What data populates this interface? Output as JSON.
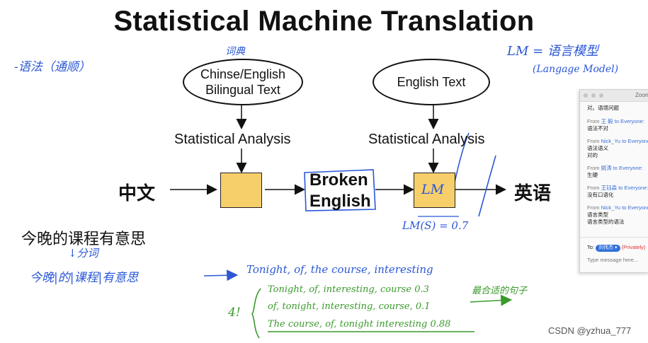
{
  "title": "Statistical Machine Translation",
  "left_pipeline": {
    "source_text": "Chinse/English\nBilingual Text",
    "analysis_label": "Statistical Analysis",
    "input_label": "中文"
  },
  "middle": {
    "broken_line1": "Broken",
    "broken_line2": "English"
  },
  "right_pipeline": {
    "source_text": "English Text",
    "analysis_label": "Statistical Analysis",
    "lm_label": "LM",
    "output_label": "英语"
  },
  "annotations": {
    "top_left": "-语法（通顺）",
    "above_ellipse": "词典",
    "lm_def_line1": "LM = 语言模型",
    "lm_def_line2": "(Langage Model)",
    "lm_score": "LM(S) = 0.7",
    "segmentation": "↓分词",
    "segmented": "今晚|的|课程|有意思",
    "translated": "Tonight, of, the course, interesting",
    "perm1": "Tonight, of, interesting, course  0.3",
    "perm2": "of, tonight, interesting, course, 0.1",
    "perm3": "The course, of, tonight interesting 0.88",
    "perm_count": "4!",
    "best": "最合适的句子"
  },
  "sentence": "今晚的课程有意思",
  "chat": {
    "window_title": "Zoom",
    "top_message": "对。语境问题",
    "messages": [
      {
        "from": "From",
        "name": "王 毅",
        "to": "to Everyone:",
        "lines": [
          "语法不对"
        ]
      },
      {
        "from": "From",
        "name": "Nick_Yu",
        "to": "to Everyone:",
        "lines": [
          "语法语义",
          "对的"
        ]
      },
      {
        "from": "From",
        "name": "姚涛",
        "to": "to Everyone:",
        "lines": [
          "生硬"
        ]
      },
      {
        "from": "From",
        "name": "王钰森",
        "to": "to Everyone:",
        "lines": [
          "没有口语化"
        ]
      },
      {
        "from": "From",
        "name": "Nick_Yu",
        "to": "to Everyone:",
        "lines": [
          "语言类型",
          "语言类型的语法"
        ]
      }
    ],
    "to_label": "To:",
    "to_target": "刘伟杰 ▾",
    "private_label": "(Privately)",
    "input_placeholder": "Type message here..."
  },
  "watermark": "CSDN @yzhua_777",
  "colors": {
    "box_fill": "#f7cf6a",
    "handwriting_blue": "#2b57d6",
    "handwriting_green": "#3a9a2c"
  }
}
